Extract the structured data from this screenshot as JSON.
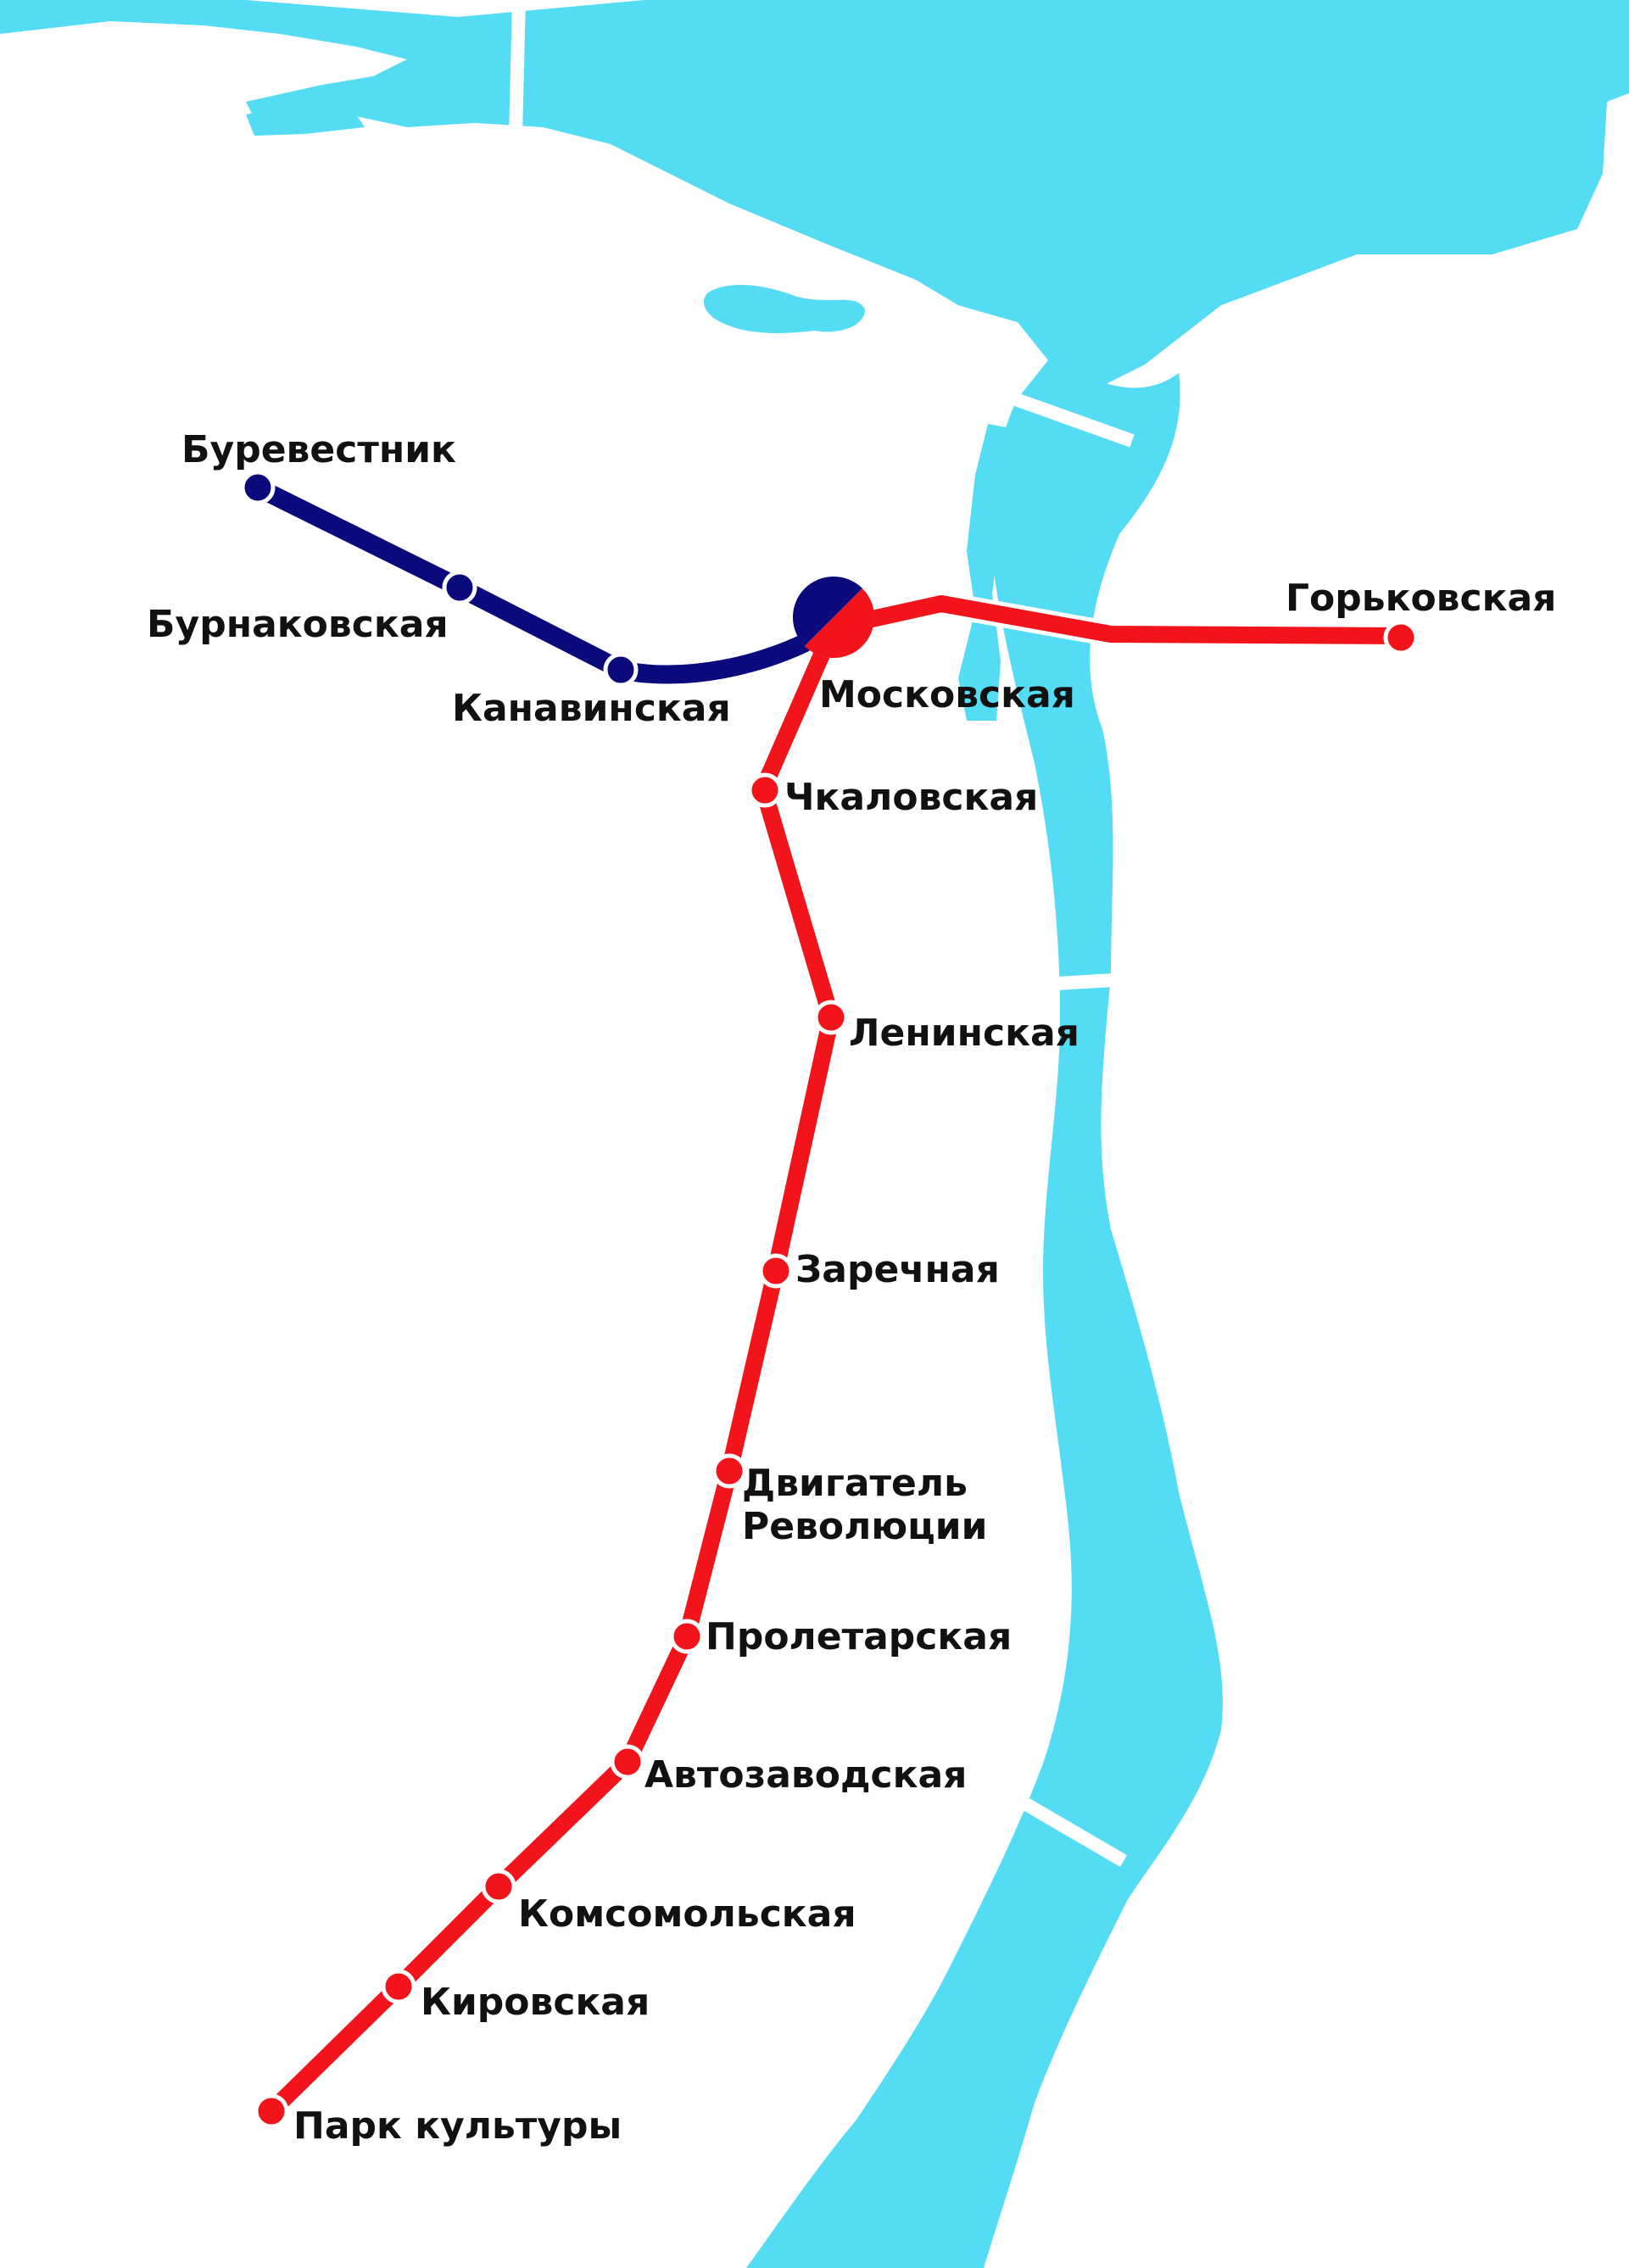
{
  "colors": {
    "water": "#55dcf5",
    "red_line": "#f2141b",
    "blue_line": "#0b0a7c",
    "background": "#ffffff",
    "label": "#111111"
  },
  "lines": {
    "red": {
      "stations": {
        "gorkovskaya": "Горьковская",
        "moskovskaya": "Московская",
        "chkalovskaya": "Чкаловская",
        "leninskaya": "Ленинская",
        "zarechnaya": "Заречная",
        "dvigatel_1": "Двигатель",
        "dvigatel_2": "Революции",
        "proletarskaya": "Пролетарская",
        "avtozavodskaya": "Автозаводская",
        "komsomolskaya": "Комсомольская",
        "kirovskaya": "Кировская",
        "park_kultury": "Парк культуры"
      }
    },
    "blue": {
      "stations": {
        "burevestnik": "Буревестник",
        "burnakovskaya": "Бурнаковская",
        "kanavinskaya": "Канавинская"
      }
    }
  }
}
